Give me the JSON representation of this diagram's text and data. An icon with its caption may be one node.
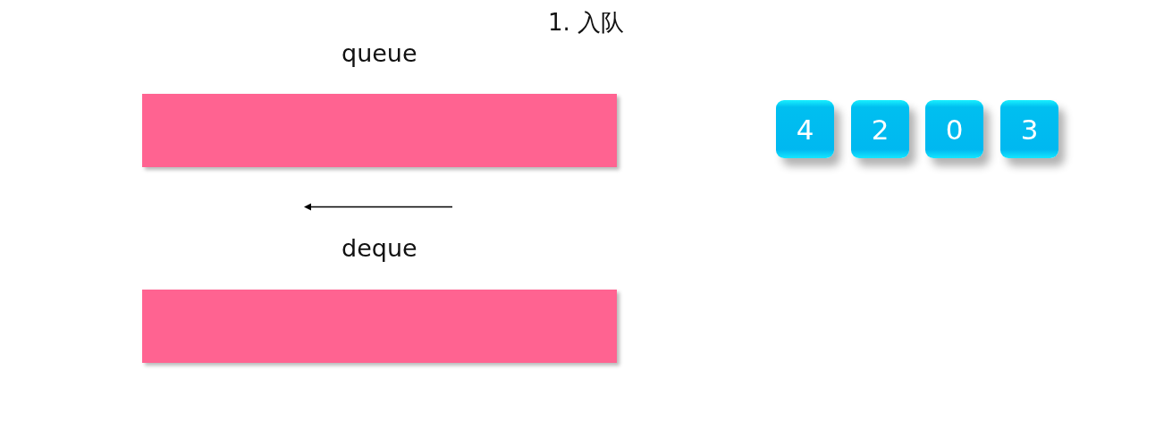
{
  "diagram": {
    "title": "1. 入队",
    "nodes": [
      {
        "text": [
          "queue"
        ]
      },
      {
        "text": [
          "deque"
        ]
      },
      {
        "text": [
          "4"
        ]
      },
      {
        "text": [
          "2"
        ]
      },
      {
        "text": [
          "0"
        ]
      },
      {
        "text": [
          "3"
        ]
      }
    ]
  }
}
